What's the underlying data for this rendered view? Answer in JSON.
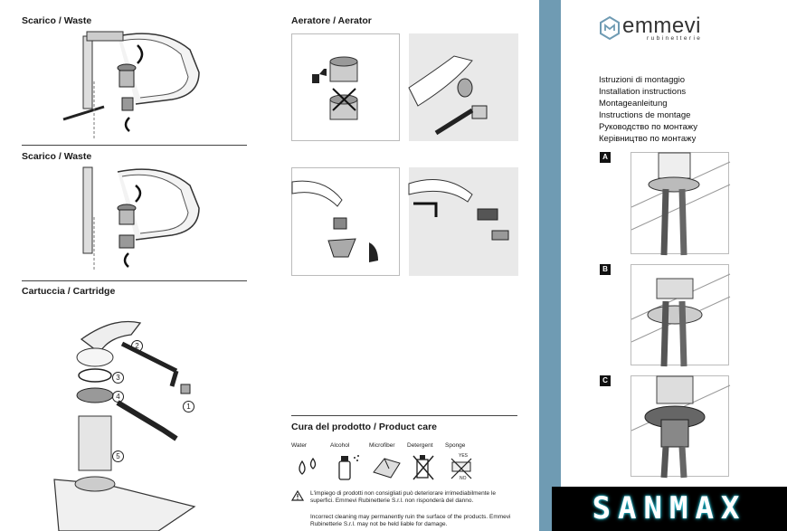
{
  "sections": {
    "waste1": "Scarico / Waste",
    "waste2": "Scarico / Waste",
    "cartridge": "Cartuccia / Cartridge",
    "aerator": "Aeratore / Aerator",
    "care": "Cura del prodotto / Product care"
  },
  "cartridge_callouts": [
    "2",
    "3",
    "4",
    "1",
    "5"
  ],
  "care_items": [
    "Water",
    "Alcohol",
    "Microfiber",
    "Detergent",
    "Sponge"
  ],
  "sponge_marks": {
    "yes": "YES",
    "no": "NO"
  },
  "warning": {
    "it": "L'impiego di prodotti non consigliati può deteriorare irrimediabilmente le superfici. Emmevi Rubinetterie S.r.l. non risponderà del danno.",
    "en": "Incorrect cleaning may permanently ruin the surface of the products. Emmevi Rubinetterie S.r.l. may not be held liable for damage."
  },
  "brand": {
    "name": "emmevi",
    "tagline": "rubinetterie",
    "accent_color": "#6f9bb3"
  },
  "instructions": [
    "Istruzioni di montaggio",
    "Installation instructions",
    "Montageanleitung",
    "Instructions de montage",
    "Руководство по монтажу",
    "Керівництво по монтажу"
  ],
  "steps": [
    "A",
    "B",
    "C"
  ],
  "watermark": "SANMAX"
}
